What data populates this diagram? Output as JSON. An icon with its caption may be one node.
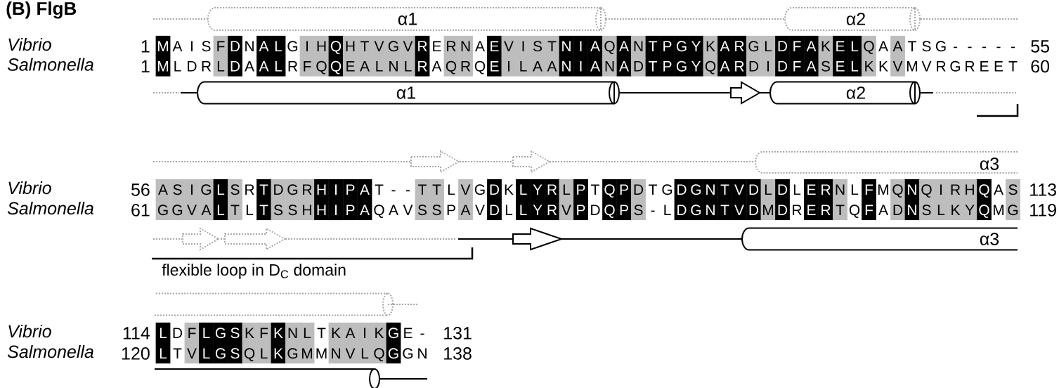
{
  "diagram": {
    "title": "(B) FlgB",
    "labels": [
      "α1",
      "α2",
      "Vibrio",
      "1",
      "M",
      "A",
      "I",
      "S",
      "F",
      "D",
      "N",
      "A",
      "L",
      "G",
      "I",
      "H",
      "Q",
      "H",
      "T",
      "V",
      "G",
      "V",
      "R",
      "E",
      "R",
      "N",
      "A",
      "E",
      "V",
      "I",
      "S",
      "T",
      "N",
      "I",
      "A",
      "Q",
      "A",
      "N",
      "T",
      "P",
      "G",
      "Y",
      "K",
      "A",
      "R",
      "G",
      "L",
      "D",
      "F",
      "A",
      "K",
      "E",
      "L",
      "Q",
      "A",
      "A",
      "T",
      "S",
      "G",
      "-",
      "-",
      "-",
      "-",
      "-",
      "55",
      "Salmonella",
      "1",
      "M",
      "L",
      "D",
      "R",
      "L",
      "D",
      "A",
      "A",
      "L",
      "R",
      "F",
      "Q",
      "Q",
      "E",
      "A",
      "L",
      "N",
      "L",
      "R",
      "A",
      "Q",
      "R",
      "Q",
      "E",
      "I",
      "L",
      "A",
      "A",
      "N",
      "I",
      "A",
      "N",
      "A",
      "D",
      "T",
      "P",
      "G",
      "Y",
      "Q",
      "A",
      "R",
      "D",
      "I",
      "D",
      "F",
      "A",
      "S",
      "E",
      "L",
      "K",
      "K",
      "V",
      "M",
      "V",
      "R",
      "G",
      "R",
      "E",
      "E",
      "T",
      "60",
      "α1",
      "α2",
      "α3",
      "Vibrio",
      "56",
      "A",
      "S",
      "I",
      "G",
      "L",
      "S",
      "R",
      "T",
      "D",
      "G",
      "R",
      "H",
      "I",
      "P",
      "A",
      "T",
      "-",
      "-",
      "T",
      "T",
      "L",
      "V",
      "G",
      "D",
      "K",
      "L",
      "Y",
      "R",
      "L",
      "P",
      "T",
      "Q",
      "P",
      "D",
      "T",
      "G",
      "D",
      "G",
      "N",
      "T",
      "V",
      "D",
      "L",
      "D",
      "L",
      "E",
      "R",
      "N",
      "L",
      "F",
      "M",
      "Q",
      "N",
      "Q",
      "I",
      "R",
      "H",
      "Q",
      "A",
      "S",
      "113",
      "Salmonella",
      "61",
      "G",
      "G",
      "V",
      "A",
      "L",
      "T",
      "L",
      "T",
      "S",
      "S",
      "H",
      "H",
      "I",
      "P",
      "A",
      "Q",
      "A",
      "V",
      "S",
      "S",
      "P",
      "A",
      "V",
      "D",
      "L",
      "L",
      "Y",
      "R",
      "V",
      "P",
      "D",
      "Q",
      "P",
      "S",
      "-",
      "L",
      "D",
      "G",
      "N",
      "T",
      "V",
      "D",
      "M",
      "D",
      "R",
      "E",
      "R",
      "T",
      "Q",
      "F",
      "A",
      "D",
      "N",
      "S",
      "L",
      "K",
      "Y",
      "Q",
      "M",
      "G",
      "119",
      "α3",
      "flexible loop in D$_{C}$ domain",
      "Vibrio",
      "114",
      "L",
      "D",
      "F",
      "L",
      "G",
      "S",
      "K",
      "F",
      "K",
      "N",
      "L",
      "T",
      "K",
      "A",
      "I",
      "K",
      "G",
      "E",
      "-",
      "131",
      "Salmonella",
      "120",
      "L",
      "T",
      "V",
      "L",
      "G",
      "S",
      "Q",
      "L",
      "K",
      "G",
      "M",
      "M",
      "N",
      "V",
      "L",
      "Q",
      "G",
      "G",
      "N",
      "138"
    ]
  }
}
